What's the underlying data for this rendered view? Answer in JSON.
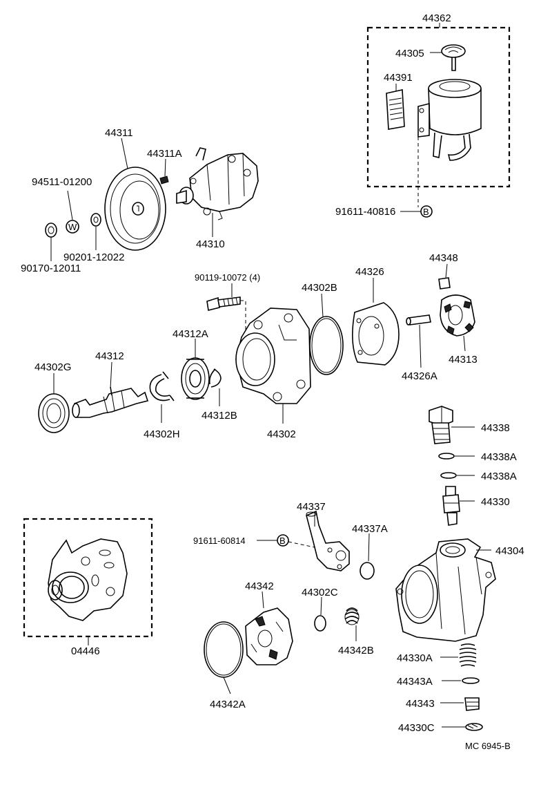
{
  "labels": {
    "p44362": "44362",
    "p44305": "44305",
    "p44391": "44391",
    "p91611_40816": "91611-40816",
    "p44311": "44311",
    "p44311A": "44311A",
    "p94511_01200": "94511-01200",
    "p90201_12022": "90201-12022",
    "p90170_12011": "90170-12011",
    "p44310": "44310",
    "p90119_10072": "90119-10072 (4)",
    "p44302B": "44302B",
    "p44326": "44326",
    "p44348": "44348",
    "p44312A": "44312A",
    "p44302G": "44302G",
    "p44312": "44312",
    "p44313": "44313",
    "p44326A": "44326A",
    "p44312B": "44312B",
    "p44302H": "44302H",
    "p44302": "44302",
    "p44338": "44338",
    "p44338A_1": "44338A",
    "p44338A_2": "44338A",
    "p44330": "44330",
    "p44337": "44337",
    "p44337A": "44337A",
    "p91611_60814": "91611-60814",
    "p44304": "44304",
    "p44342": "44342",
    "p44302C": "44302C",
    "p04446": "04446",
    "p44342B": "44342B",
    "p44330A": "44330A",
    "p44343A": "44343A",
    "p44342A": "44342A",
    "p44343": "44343",
    "p44330C": "44330C",
    "footer": "MC  6945-B"
  },
  "markers": {
    "b1": "B",
    "b2": "B",
    "w": "W"
  }
}
